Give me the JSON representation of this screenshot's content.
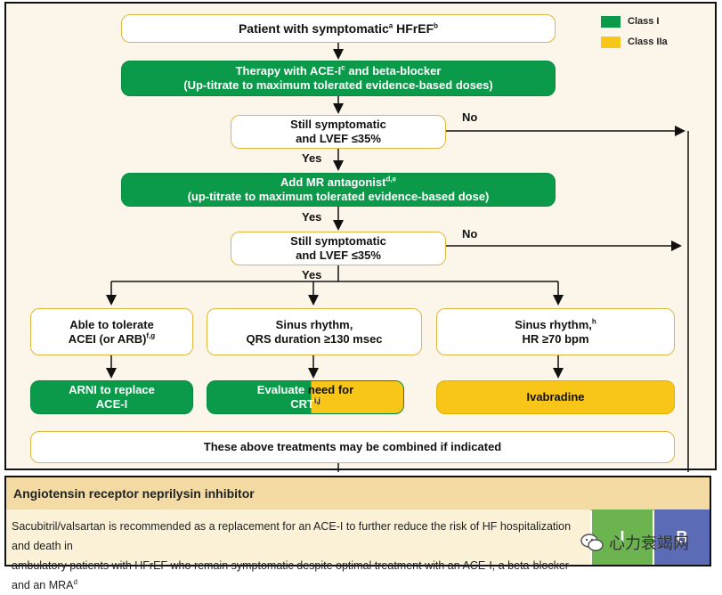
{
  "legend": [
    {
      "label": "Class I",
      "color": "#0a9a4a"
    },
    {
      "label": "Class IIa",
      "color": "#f7c619"
    }
  ],
  "flow": {
    "start": {
      "text": "Patient with symptomatic",
      "sup1": "a",
      "text2": " HFrEF",
      "sup2": "b"
    },
    "therapy": {
      "line1": "Therapy with ACE-I",
      "sup": "c",
      "line1b": " and beta-blocker",
      "line2": "(Up-titrate to maximum tolerated evidence-based doses)"
    },
    "check1": {
      "line1": "Still symptomatic",
      "line2": "and LVEF ≤35%"
    },
    "no1": "No",
    "yes1": "Yes",
    "mra": {
      "line1": "Add MR antagonist",
      "sup": "d,e",
      "line2": "(up-titrate to maximum tolerated evidence-based dose)"
    },
    "yes2": "Yes",
    "check2": {
      "line1": "Still symptomatic",
      "line2": "and LVEF ≤35%"
    },
    "no2": "No",
    "yes3": "Yes",
    "cond_left": {
      "line1": "Able to tolerate",
      "line2": "ACEI (or ARB)",
      "sup": "f,g"
    },
    "cond_mid": {
      "line1": "Sinus rhythm,",
      "line2": "QRS duration ≥130 msec"
    },
    "cond_right": {
      "line1": "Sinus rhythm,",
      "sup": "h",
      "line2": "HR ≥70 bpm"
    },
    "arni": {
      "line1": "ARNI to replace",
      "line2": "ACE-I"
    },
    "crt": {
      "line1a": "Evaluate ",
      "line1b": "need for",
      "line2": "CRT",
      "sup": "i,j"
    },
    "ivabradine": "Ivabradine",
    "combined": "These above treatments may be combined if indicated"
  },
  "recommendation": {
    "heading": "Angiotensin receptor neprilysin inhibitor",
    "text_line1": "Sacubitril/valsartan is recommended as a replacement for an ACE-I to further reduce the risk of HF hospitalization and death in",
    "text_line2": "ambulatory patients with HFrEF who remain symptomatic despite optimal treatment with an ACE-I, a beta-blocker and an MRA",
    "text_sup": "d",
    "class": "I",
    "level": "B"
  },
  "watermark": "心力衰竭网"
}
